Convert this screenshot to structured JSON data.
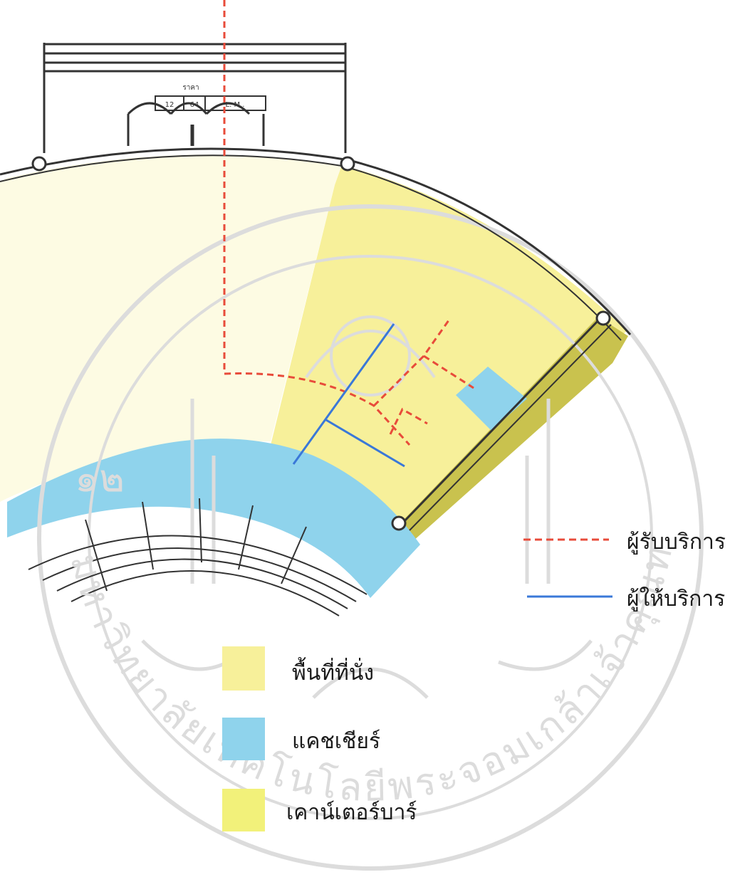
{
  "colors": {
    "seating_area": "#f7f09a",
    "seating_area_pale": "#fdfbe3",
    "cashier": "#8fd3ec",
    "counter_bar": "#f2f17a",
    "counter_bar_dark": "#c9c24e",
    "customer_path": "#e84b3a",
    "staff_path": "#3a78d8",
    "watermark": "#dcdcdc",
    "line": "#333333"
  },
  "plan_text": {
    "header": "ราคา",
    "cells": [
      "12",
      "64",
      "L. M.."
    ]
  },
  "legend": {
    "customer_label": "ผู้รับบริการ",
    "staff_label": "ผู้ให้บริการ",
    "seating_label": "พื้นที่ที่นั่ง",
    "cashier_label": "แคชเชียร์",
    "counter_label": "เคาน์เตอร์บาร์"
  },
  "watermark": {
    "text_left": "มหาวิทยาลัยเทคโนโลยีพระจอมเกล้าเจ้าคุณทหารลาดกระบัง",
    "number_left": "๑๒",
    "icon": "university-seal-icon"
  }
}
